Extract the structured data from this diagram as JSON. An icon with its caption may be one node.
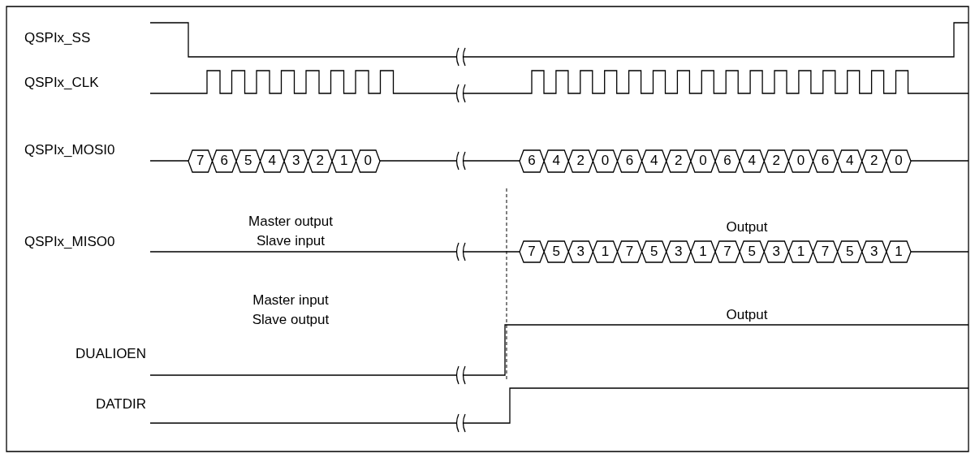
{
  "diagram": {
    "labels": [
      "QSPIx_SS",
      "QSPIx_CLK",
      "QSPIx_MOSI0",
      "7",
      "6",
      "5",
      "4",
      "3",
      "2",
      "1",
      "0",
      "6",
      "4",
      "2",
      "0",
      "6",
      "4",
      "2",
      "0",
      "6",
      "4",
      "2",
      "0",
      "6",
      "4",
      "2",
      "0",
      "Master output Slave input",
      "Output",
      "QSPIx_MISO0",
      "7",
      "5",
      "3",
      "1",
      "7",
      "5",
      "3",
      "1",
      "7",
      "5",
      "3",
      "1",
      "7",
      "5",
      "3",
      "1",
      "Master input Slave output",
      "Output",
      "DUALIOEN",
      "DATDIR"
    ]
  }
}
